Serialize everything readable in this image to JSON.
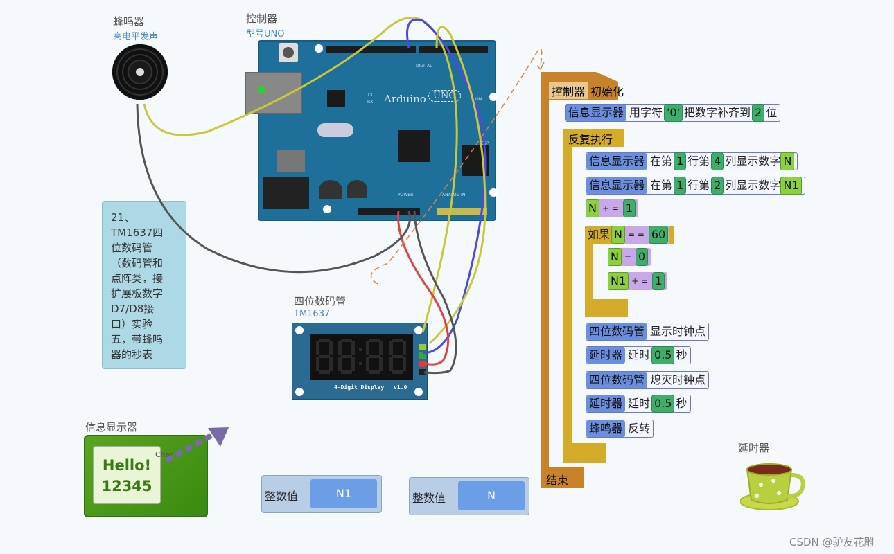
{
  "buzzer": {
    "title": "蜂鸣器",
    "subtitle": "高电平发声"
  },
  "controller": {
    "title": "控制器",
    "subtitle": "型号UNO",
    "board_name": "Arduino",
    "board_logo": "UNO",
    "label_digital": "DIGITAL",
    "label_analog_in": "ANALOG IN",
    "label_power": "POWER",
    "label_icsp": "ICSP",
    "label_on": "ON",
    "label_tx": "TX",
    "label_rx": "RX"
  },
  "note": {
    "text": "21、\nTM1637四\n位数码管\n（数码管和\n点阵类，接\n扩展板数字\nD7/D8接\n口）实验\n五，带蜂鸣\n器的秒表"
  },
  "segment_display": {
    "title": "四位数码管",
    "subtitle": "TM1637",
    "board_label": "4-Digit Display",
    "version": "v1.0"
  },
  "info_display": {
    "title": "信息显示器",
    "line1": "Hello!",
    "line2": "12345",
    "char_label": "Char"
  },
  "variables": [
    {
      "label": "整数值",
      "value": "N1"
    },
    {
      "label": "整数值",
      "value": "N"
    }
  ],
  "delay_widget": {
    "title": "延时器"
  },
  "program": {
    "init_label": "控制器",
    "init_text": "初始化",
    "pad": {
      "tag": "信息显示器",
      "t1": "用字符",
      "char": "'0'",
      "t2": "把数字补齐到",
      "n": "2",
      "t3": "位"
    },
    "loop_label": "反复执行",
    "show1": {
      "tag": "信息显示器",
      "t1": "在第",
      "row": "1",
      "t2": "行第",
      "col": "4",
      "t3": "列显示数字",
      "var": "N"
    },
    "show2": {
      "tag": "信息显示器",
      "t1": "在第",
      "row": "1",
      "t2": "行第",
      "col": "2",
      "t3": "列显示数字",
      "var": "N1"
    },
    "inc_n": {
      "var": "N",
      "op": "+ =",
      "val": "1"
    },
    "if": {
      "label": "如果",
      "var": "N",
      "op": "= =",
      "val": "60"
    },
    "set_n": {
      "var": "N",
      "op": "=",
      "val": "0"
    },
    "inc_n1": {
      "var": "N1",
      "op": "+ =",
      "val": "1"
    },
    "clock_show": {
      "tag": "四位数码管",
      "text": "显示时钟点"
    },
    "delay1": {
      "tag": "延时器",
      "t1": "延时",
      "val": "0.5",
      "t2": "秒"
    },
    "clock_off": {
      "tag": "四位数码管",
      "text": "熄灭时钟点"
    },
    "toggle": {
      "tag": "蜂鸣器",
      "text": "反转"
    },
    "delay2": {
      "tag": "延时器",
      "t1": "延时",
      "val": "0.5",
      "t2": "秒"
    },
    "end_label": "结束"
  },
  "watermark": "CSDN @驴友花雕",
  "colors": {
    "wire_yellow": "#c8c83a",
    "wire_blue": "#4a4ae0",
    "wire_red": "#e04040",
    "wire_black": "#555555",
    "block_orange": "#c8822a",
    "block_gold": "#d4ac2a"
  }
}
